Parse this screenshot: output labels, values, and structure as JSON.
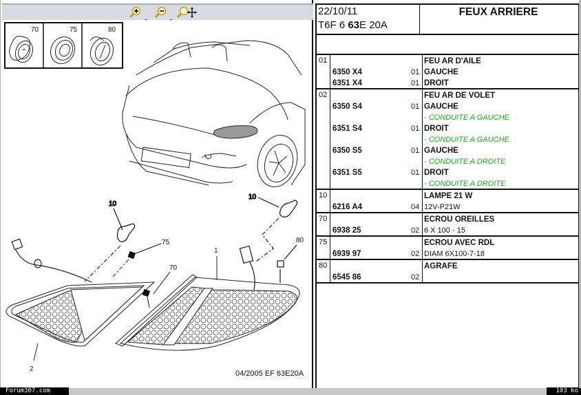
{
  "toolbar": {
    "tools": [
      {
        "name": "zoom-in",
        "icon": "zoom-in-icon"
      },
      {
        "name": "zoom-out",
        "icon": "zoom-out-icon"
      },
      {
        "name": "zoom-pan",
        "icon": "zoom-pan-icon"
      }
    ]
  },
  "header": {
    "date": "22/10/11",
    "code_prefix": "T6F 6 ",
    "code_bold": "63",
    "code_suffix": "E 20A",
    "title": "FEUX ARRIERE"
  },
  "diagram": {
    "detail_boxes": [
      {
        "label": "70"
      },
      {
        "label": "75"
      },
      {
        "label": "80"
      }
    ],
    "callouts": {
      "bulb_left": "10",
      "bulb_right": "10",
      "nut_75": "75",
      "nut_70": "70",
      "lamp_1": "1",
      "clip_80": "80",
      "lamp_2": "2"
    },
    "footer_ref": "04/2005   EF 63E20A",
    "highlight_color": "#9a9a9a"
  },
  "parts": [
    {
      "item": "01",
      "lines": [
        {
          "ref": "",
          "qty": "",
          "label": "FEU AR D'AILE",
          "style": "bold"
        },
        {
          "ref": "6350 X4",
          "qty": "01",
          "label": "GAUCHE",
          "style": "bold"
        },
        {
          "ref": "6351 X4",
          "qty": "01",
          "label": "DROIT",
          "style": "bold"
        }
      ]
    },
    {
      "item": "02",
      "lines": [
        {
          "ref": "",
          "qty": "",
          "label": "FEU AR DE VOLET",
          "style": "bold"
        },
        {
          "ref": "6350 S4",
          "qty": "01",
          "label": "GAUCHE",
          "style": "bold"
        },
        {
          "ref": "",
          "qty": "",
          "label": "- CONDUITE A GAUCHE",
          "style": "green"
        },
        {
          "ref": "6351 S4",
          "qty": "01",
          "label": "DROIT",
          "style": "bold"
        },
        {
          "ref": "",
          "qty": "",
          "label": "- CONDUITE A GAUCHE",
          "style": "green"
        },
        {
          "ref": "6350 S5",
          "qty": "01",
          "label": "GAUCHE",
          "style": "bold"
        },
        {
          "ref": "",
          "qty": "",
          "label": "- CONDUITE A DROITE",
          "style": "green"
        },
        {
          "ref": "6351 S5",
          "qty": "01",
          "label": "DROIT",
          "style": "bold"
        },
        {
          "ref": "",
          "qty": "",
          "label": "- CONDUITE A DROITE",
          "style": "green"
        }
      ]
    },
    {
      "item": "10",
      "lines": [
        {
          "ref": "",
          "qty": "",
          "label": "LAMPE 21 W",
          "style": "bold"
        },
        {
          "ref": "6216 A4",
          "qty": "04",
          "label": "12V-P21W",
          "style": "plain"
        }
      ]
    },
    {
      "item": "70",
      "lines": [
        {
          "ref": "",
          "qty": "",
          "label": "ECROU OREILLES",
          "style": "bold"
        },
        {
          "ref": "6938 25",
          "qty": "02",
          "label": "6 X 100 - 15",
          "style": "plain"
        }
      ]
    },
    {
      "item": "75",
      "lines": [
        {
          "ref": "",
          "qty": "",
          "label": "ECROU AVEC RDL",
          "style": "bold"
        },
        {
          "ref": "6939 97",
          "qty": "02",
          "label": "DIAM 6X100-7-18",
          "style": "plain"
        }
      ]
    },
    {
      "item": "80",
      "lines": [
        {
          "ref": "",
          "qty": "",
          "label": "AGRAFE",
          "style": "bold"
        },
        {
          "ref": "6545 86",
          "qty": "02",
          "label": "",
          "style": "plain"
        }
      ]
    }
  ],
  "status": {
    "site": "Forum307.com",
    "size": "103 ko"
  }
}
